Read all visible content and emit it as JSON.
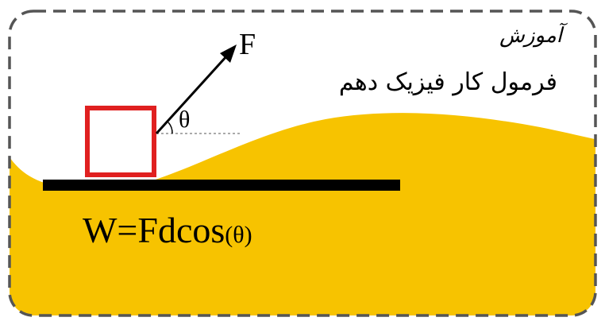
{
  "brand": "آموزش",
  "title": "فرمول کار فیزیک دهم",
  "force_label": "F",
  "angle_label": "θ",
  "formula": {
    "main": "W=Fdcos",
    "argument": "(θ)"
  },
  "colors": {
    "frame": "#555555",
    "fill": "#f7c300",
    "surface": "#000000",
    "block": "#e02020",
    "text": "#000000"
  }
}
